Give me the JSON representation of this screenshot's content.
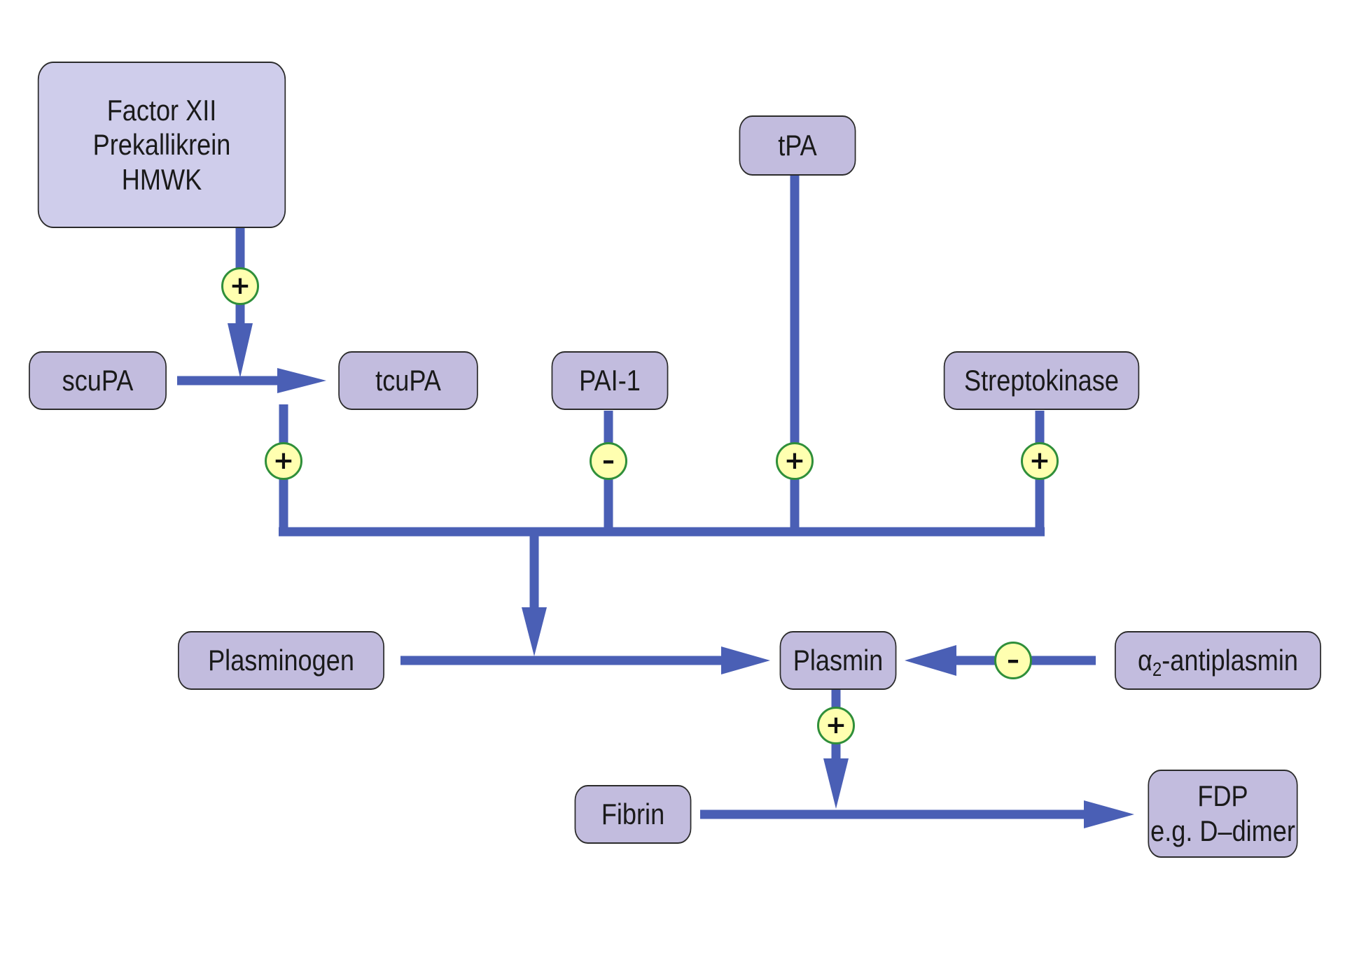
{
  "colors": {
    "line": "#4a5fb5",
    "node_fill": "#c2bcde",
    "node_fill_light": "#cfcdeb",
    "node_border": "#2b2b2b",
    "sign_fill": "#ffffb0",
    "sign_border": "#2f8f3a"
  },
  "nodes": {
    "contact": {
      "lines": [
        "Factor XII",
        "Prekallikrein",
        "HMWK"
      ]
    },
    "scupa": {
      "label": "scuPA"
    },
    "tcupa": {
      "label": "tcuPA"
    },
    "pai1": {
      "label": "PAI-1"
    },
    "tpa": {
      "label": "tPA"
    },
    "streptokinase": {
      "label": "Streptokinase"
    },
    "plasminogen": {
      "label": "Plasminogen"
    },
    "plasmin": {
      "label": "Plasmin"
    },
    "antiplasmin": {
      "alpha": "α",
      "sub": "2",
      "rest": "-antiplasmin"
    },
    "fibrin": {
      "label": "Fibrin"
    },
    "fdp": {
      "lines": [
        "FDP",
        "e.g. D–dimer"
      ]
    }
  },
  "signs": {
    "contact_to_scupa": "+",
    "tcupa_effect": "+",
    "pai1_effect": "–",
    "tpa_effect": "+",
    "streptokinase_effect": "+",
    "antiplasmin_effect": "–",
    "plasmin_effect": "+"
  }
}
